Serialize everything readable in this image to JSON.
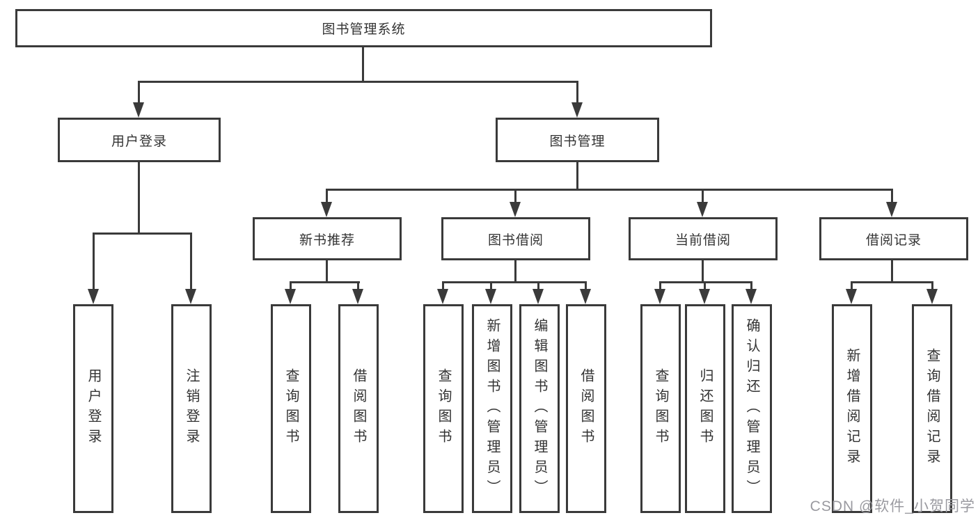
{
  "diagram": {
    "root": "图书管理系统",
    "level2": [
      "用户登录",
      "图书管理"
    ],
    "level3": [
      "新书推荐",
      "图书借阅",
      "当前借阅",
      "借阅记录"
    ],
    "leaves": {
      "user_login": [
        "用户登录",
        "注销登录"
      ],
      "new_book_recommend": [
        "查询图书",
        "借阅图书"
      ],
      "book_borrow": [
        "查询图书",
        "新增图书（管理员）",
        "编辑图书（管理员）",
        "借阅图书"
      ],
      "current_borrow": [
        "查询图书",
        "归还图书",
        "确认归还（管理员）"
      ],
      "borrow_record": [
        "新增借阅记录",
        "查询借阅记录"
      ]
    }
  },
  "watermark": "CSDN @软件_小贺同学",
  "colors": {
    "line": "#3a3a3a",
    "text": "#333333",
    "watermark": "#9a9aa0",
    "background": "#ffffff"
  }
}
